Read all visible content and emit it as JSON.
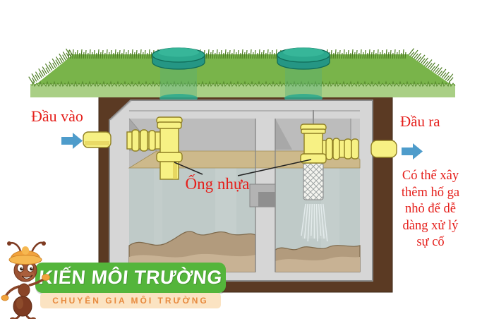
{
  "diagram": {
    "inlet": {
      "label": "Đầu vào"
    },
    "outlet": {
      "label": "Đầu ra"
    },
    "pipe_callout": {
      "label": "Ống nhựa"
    },
    "note": {
      "lines": [
        "Có thể xây",
        "thêm hố ga",
        "nhỏ để dễ",
        "dàng xử lý",
        "sự cố"
      ]
    }
  },
  "logo": {
    "brand": "KIẾN MÔI TRƯỜNG",
    "tagline": "CHUYÊN GIA MÔI TRƯỜNG"
  },
  "colors": {
    "label_red": "#e51f1b",
    "grass_green": "#79b44a",
    "grass_light": "#a9cf85",
    "lid_teal": "#2ca98e",
    "soil_brown": "#5b3a23",
    "tank_gray": "#d6d6d6",
    "water_gray": "#bfcac8",
    "scum_tan": "#cdb98b",
    "sludge_brown": "#b29b7d",
    "pipe_yellow": "#f7f184",
    "pipe_shade": "#e0cc52",
    "arrow_blue": "#4e9ccb",
    "logo_green": "#54b53b",
    "logo_peach": "#fbe3c2",
    "logo_orange": "#e78a3e"
  }
}
